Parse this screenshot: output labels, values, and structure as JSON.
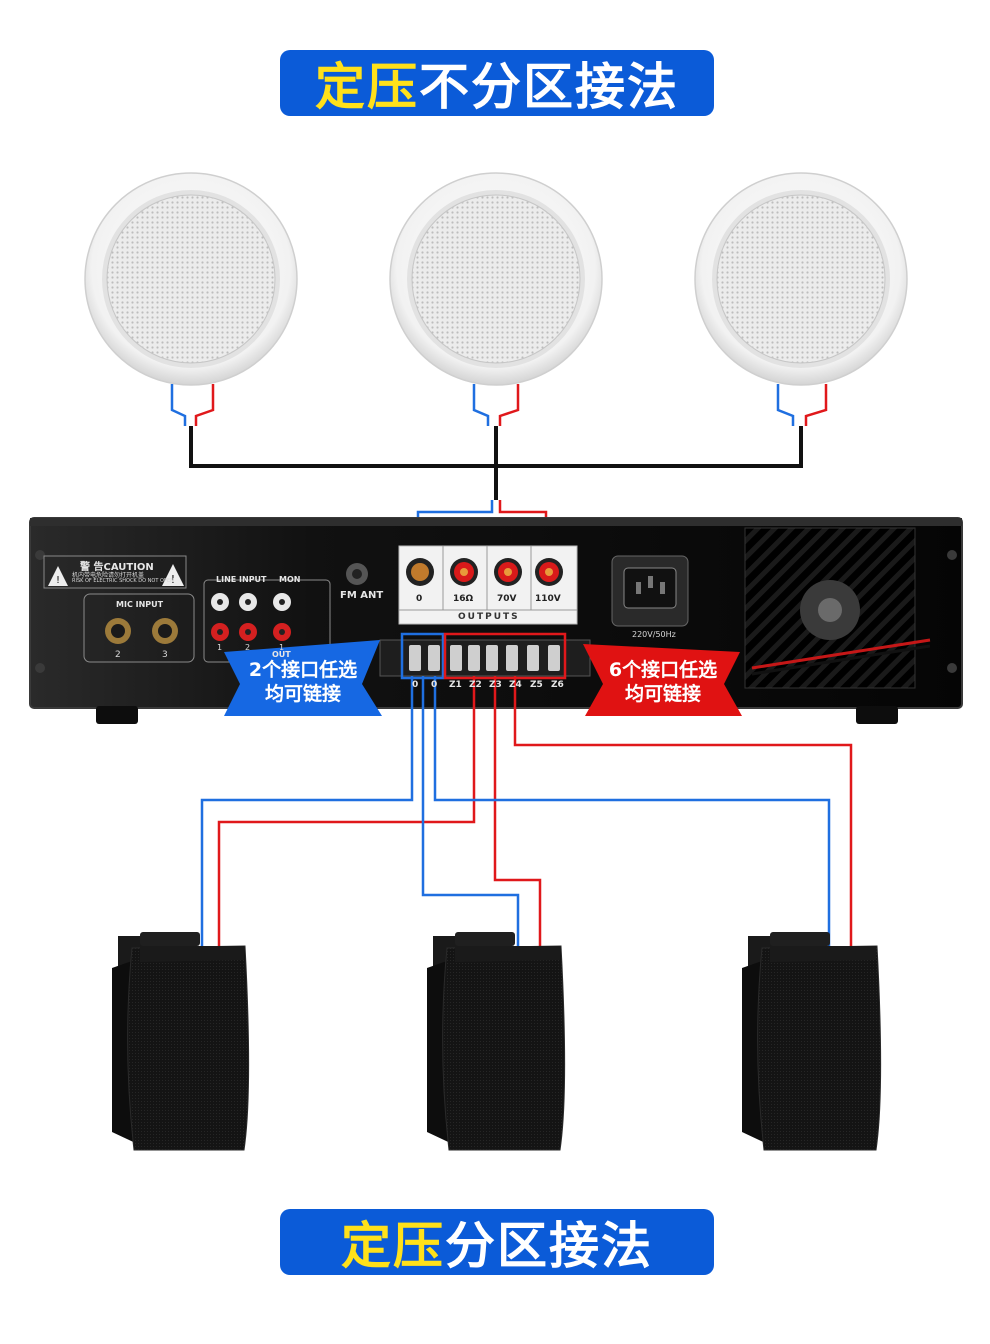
{
  "titles": {
    "top_highlight": "定压",
    "top_rest": "不分区接法",
    "bottom_highlight": "定压",
    "bottom_rest": "分区接法"
  },
  "amplifier": {
    "caution_label": "警 告CAUTION",
    "caution_line1": "机内带电危险请勿打开机盖",
    "caution_line2": "RISK OF ELECTRIC SHOCK DO NOT OPEN",
    "line_input_label": "LINE INPUT",
    "mon_label": "MON",
    "mic_input_label": "MIC INPUT",
    "mic_jack_numbers": [
      "2",
      "3"
    ],
    "rca_numbers": [
      "1",
      "2",
      "1"
    ],
    "out_label": "OUT",
    "fm_ant_label": "FM ANT",
    "outputs_label": "OUTPUTS",
    "output_terminals": [
      "0",
      "16Ω",
      "70V",
      "110V"
    ],
    "zone_terminals": [
      "0",
      "0",
      "Z1",
      "Z2",
      "Z3",
      "Z4",
      "Z5",
      "Z6"
    ],
    "power_label": "220V/50Hz"
  },
  "callouts": {
    "left": "2个接口任选\n均可链接",
    "right": "6个接口任选\n均可链接"
  },
  "colors": {
    "banner": "#0b5bd8",
    "highlight": "#ffe11a",
    "wire_blue": "#1f6fe0",
    "wire_red": "#e0181b",
    "wire_black": "#111111"
  }
}
